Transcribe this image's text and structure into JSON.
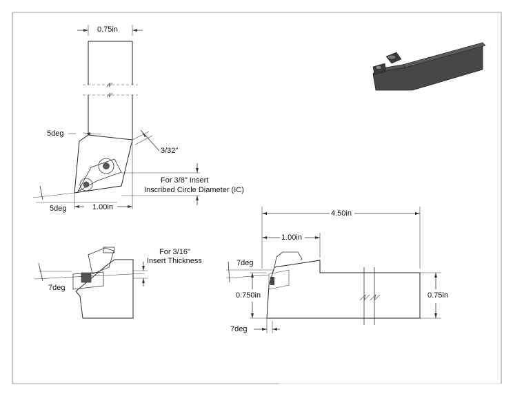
{
  "top_view": {
    "shank_width": "0.75in",
    "side_angle": "5deg",
    "end_angle": "5deg",
    "nose_length": "1.00in",
    "corner_dim": "3/32\"",
    "ic_note_line1": "For 3/8\" Insert",
    "ic_note_line2": "Inscribed Circle Diameter (IC)"
  },
  "end_view": {
    "clearance_angle": "7deg",
    "thickness_note_line1": "For 3/16\"",
    "thickness_note_line2": "Insert Thickness"
  },
  "side_view": {
    "overall_length": "4.50in",
    "head_length": "1.00in",
    "clearance_angle_top": "7deg",
    "clearance_angle_bottom": "7deg",
    "head_height": "0.750in",
    "shank_height": "0.75in"
  },
  "colors": {
    "tool_body": "#474747",
    "tool_body_top": "#3a3a3a",
    "line": "#333333"
  }
}
